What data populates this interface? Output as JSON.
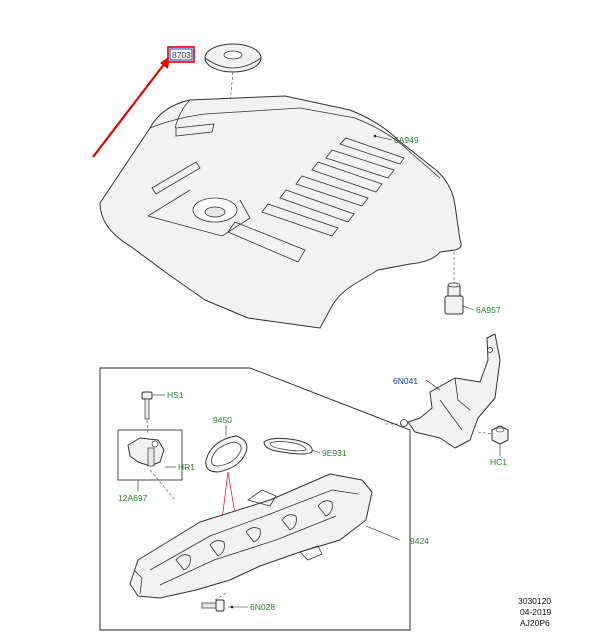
{
  "labels": {
    "cap_ref": "8703",
    "cover": "6A949",
    "stud": "6A957",
    "bracket": "6N041",
    "nut": "HC1",
    "bolt_hs1": "HS1",
    "seal_9450": "9450",
    "gasket_9e931": "9E931",
    "sensor_hr1": "HR1",
    "sensor_assy": "12A697",
    "manifold": "9424",
    "bolt_6n028": "6N028"
  },
  "footer": {
    "line1": "3030120",
    "line2": "04-2019",
    "line3": "AJ20P6"
  },
  "colors": {
    "label_green": "#2e7d32",
    "label_blue": "#1a3fb5",
    "highlight_red": "#e60000"
  }
}
